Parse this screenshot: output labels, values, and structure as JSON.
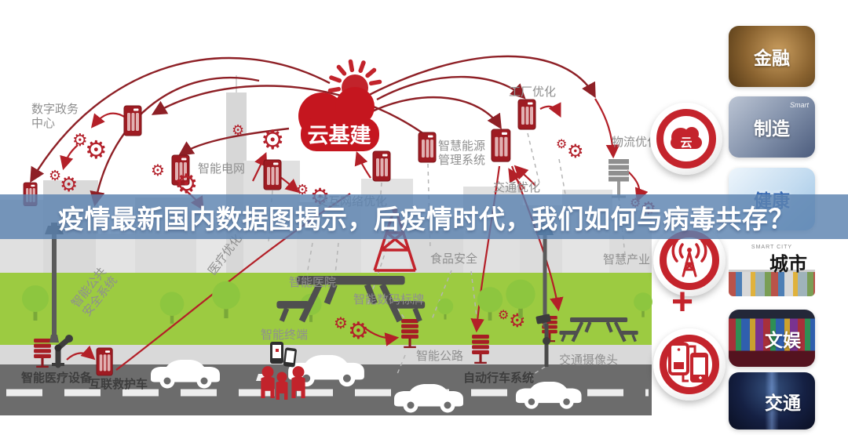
{
  "banner": {
    "title": "疫情最新国内数据图揭示，后疫情时代，我们如何与病毒共存？"
  },
  "hub": {
    "label": "云基建"
  },
  "labels": {
    "digital_gov_center": "数字政务中心",
    "smart_grid": "智能电网",
    "smart_energy_mgmt": "智慧能源管理系统",
    "factory_opt": "工厂优化",
    "traffic_opt": "交通优化",
    "logistics_opt": "物流优化",
    "interactive_network_opt": "交互网络优化",
    "smart_public_safety": "智能公共安全系统",
    "medical_opt": "医疗优化",
    "smart_hospital": "智能医院",
    "food_safety": "食品安全",
    "smart_digital_signage": "智能数码标牌",
    "smart_industry": "智慧产业",
    "smart_terminal": "智能终端",
    "smart_road": "智能公路",
    "auto_driving_system": "自动行车系统",
    "traffic_camera": "交通摄像头",
    "smart_medical_device": "智能医疗设备",
    "connected_ambulance": "互联救护车"
  },
  "right_panel": {
    "plus": "+",
    "circles": [
      {
        "name": "cloud-circle"
      },
      {
        "name": "antenna-circle"
      },
      {
        "name": "phones-circle"
      }
    ],
    "tiles": [
      {
        "label": "金融"
      },
      {
        "label": "制造",
        "logo": "Smart"
      },
      {
        "label": "健康"
      },
      {
        "label": "城市",
        "caption": "SMART CITY"
      },
      {
        "label": "文娱"
      },
      {
        "label": "交通"
      }
    ]
  },
  "icons": {
    "gear": "⚙",
    "cloud_char": "云"
  },
  "colors": {
    "accent_red": "#c2232b",
    "dark_red": "#8e2026",
    "server_red": "#9e1b22",
    "banner_blue": "#5c82b0",
    "grass_green": "#9ccb41",
    "road_gray": "#6c6c6c",
    "label_gray": "#8f8f8f"
  }
}
